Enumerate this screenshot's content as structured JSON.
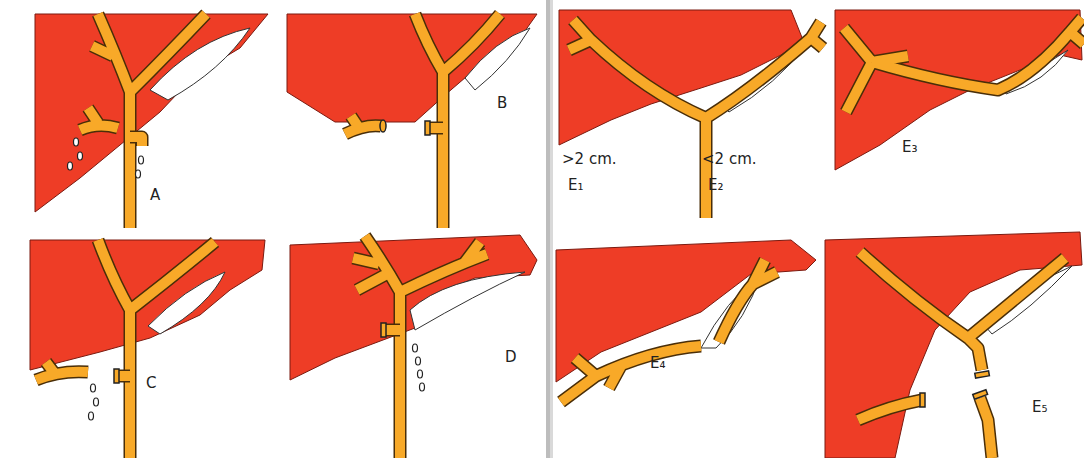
{
  "diagram": {
    "labels": [
      "A",
      "B",
      "C",
      "D",
      ">2 cm.",
      "E₁",
      "<2 cm.",
      "E₂",
      "E₃",
      "E₄",
      "E₅"
    ]
  }
}
